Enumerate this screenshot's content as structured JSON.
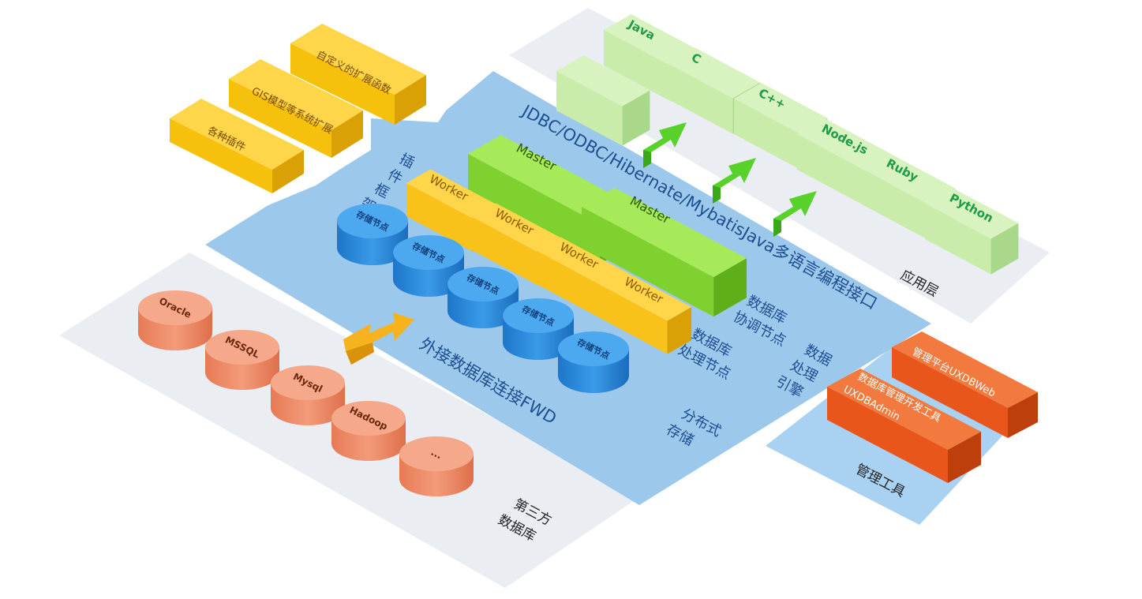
{
  "layers": {
    "application": "应用层",
    "third_party": [
      "第三方",
      "数据库"
    ],
    "management": "管理工具"
  },
  "interface_label": "JDBC/ODBC/Hibernate/MybatisJava多语言编程接口",
  "plugin_framework": [
    "插",
    "件",
    "框",
    "架"
  ],
  "plugins": [
    "各种插件",
    "GIS模型等系统扩展",
    "自定义的扩展函数"
  ],
  "languages": [
    "Java",
    "C",
    "C++",
    "Node.js",
    "Ruby",
    "Python"
  ],
  "masters": [
    "Master",
    "Master"
  ],
  "workers": [
    "Worker",
    "Worker",
    "Worker",
    "Worker"
  ],
  "storage_nodes": [
    "存储节点",
    "存储节点",
    "存储节点",
    "存储节点",
    "存储节点"
  ],
  "external_dbs": [
    "Oracle",
    "MSSQL",
    "Mysql",
    "Hadoop",
    "..."
  ],
  "fwd_label": "外接数据库连接FWD",
  "coordinator_label": [
    "数据库",
    "协调节点"
  ],
  "processor_label": [
    "数据库",
    "处理节点"
  ],
  "engine_label": [
    "数据",
    "处理",
    "引擎"
  ],
  "distributed_label": [
    "分布式",
    "存储"
  ],
  "tools": [
    "管理平台UXDBWeb",
    "数据库管理开发工具",
    "UXDBAdmin"
  ],
  "colors": {
    "platform": "#9cc8ec",
    "lang_box": "#c9ecaa",
    "master": "#7fd12f",
    "worker": "#f9c21a",
    "storage": "#2f8fe0",
    "external_db": "#f0916f",
    "tool": "#e8561c",
    "plugin": "#f5c10c",
    "arrow_green": "#58d12a",
    "arrow_orange": "#f6b31d"
  }
}
